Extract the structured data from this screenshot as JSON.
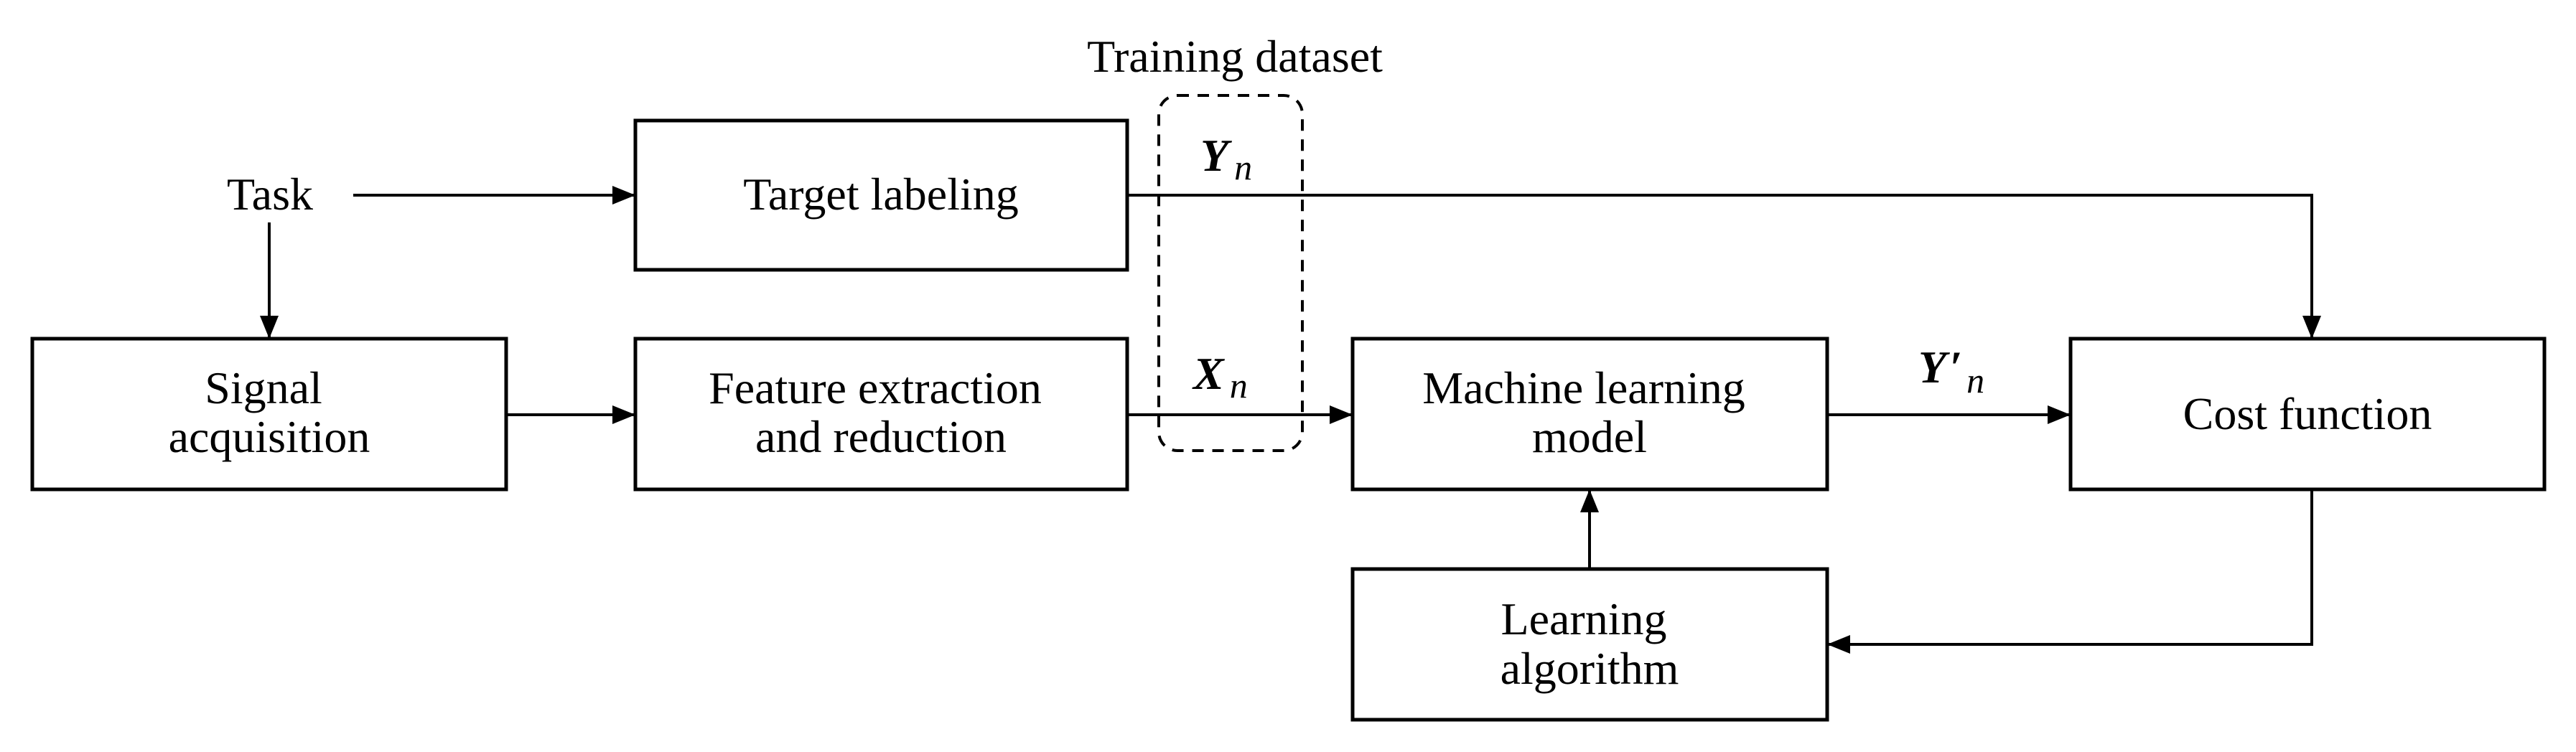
{
  "diagram": {
    "task_label": "Task",
    "training_dataset_label": "Training dataset",
    "boxes": {
      "target_labeling": [
        "Target labeling"
      ],
      "signal_acquisition": [
        "Signal",
        "acquisition"
      ],
      "feature_extraction": [
        "Feature extraction",
        "and reduction"
      ],
      "ml_model": [
        "Machine learning",
        "model"
      ],
      "cost_function": [
        "Cost function"
      ],
      "learning_algorithm": [
        "Learning",
        "algorithm"
      ]
    },
    "variables": {
      "y": {
        "base": "Y",
        "prime": "",
        "sub": "n"
      },
      "x": {
        "base": "X",
        "prime": "",
        "sub": "n"
      },
      "y_pred": {
        "base": "Y",
        "prime": "′",
        "sub": "n"
      }
    }
  }
}
